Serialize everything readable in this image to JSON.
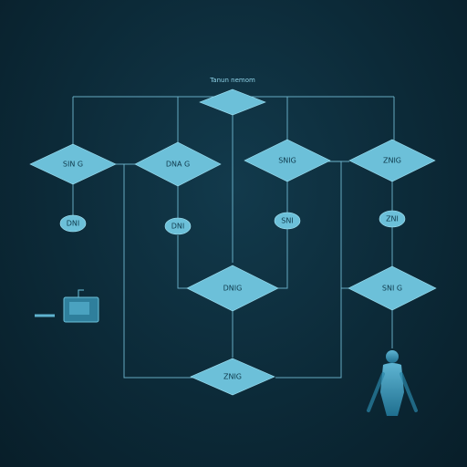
{
  "diagram": {
    "title": "Tanun nemom",
    "colors": {
      "background": "#0c2a38",
      "node_fill": "#6cc0d9",
      "connector": "#6fb7cf"
    },
    "nodes": {
      "top": {
        "label": ""
      },
      "d1": {
        "label": "SIN G"
      },
      "d2": {
        "label": "DNA G"
      },
      "d3": {
        "label": "SNIG"
      },
      "d4": {
        "label": "ZNIG"
      },
      "o1": {
        "label": "DNI"
      },
      "o2": {
        "label": "DNI"
      },
      "o3": {
        "label": "SNI"
      },
      "o4": {
        "label": "ZNI"
      },
      "mid_center": {
        "label": "DNIG"
      },
      "mid_right": {
        "label": "SNI G"
      },
      "bottom": {
        "label": "ZNIG"
      }
    },
    "icons": {
      "left_device": "laptop-icon",
      "right_person": "person-icon"
    }
  }
}
